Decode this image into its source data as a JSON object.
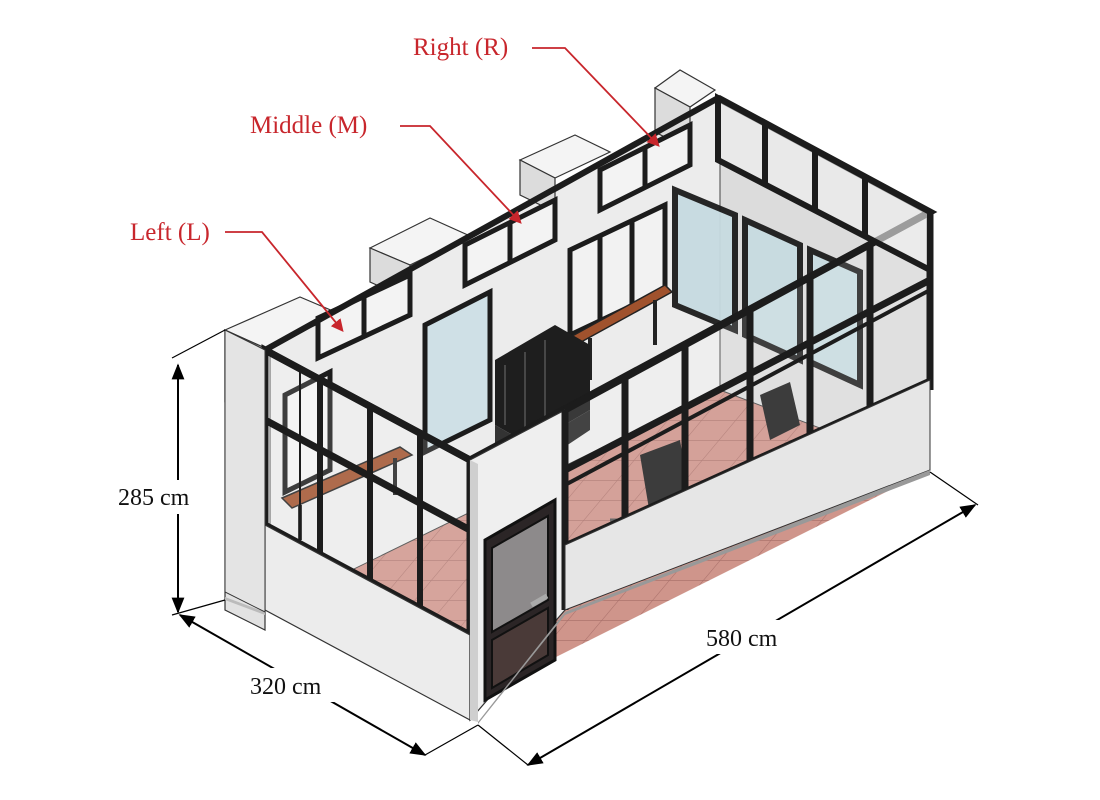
{
  "labels": {
    "right": "Right (R)",
    "middle": "Middle (M)",
    "left": "Left (L)"
  },
  "dimensions": {
    "height": "285 cm",
    "width": "320 cm",
    "length": "580 cm"
  },
  "colors": {
    "annotation": "#c8262c",
    "frame": "#1c1c1c",
    "wall": "#e9e9e9",
    "glass": "#c9dde3",
    "floor": "#c98d84",
    "desk": "#a0522d"
  }
}
